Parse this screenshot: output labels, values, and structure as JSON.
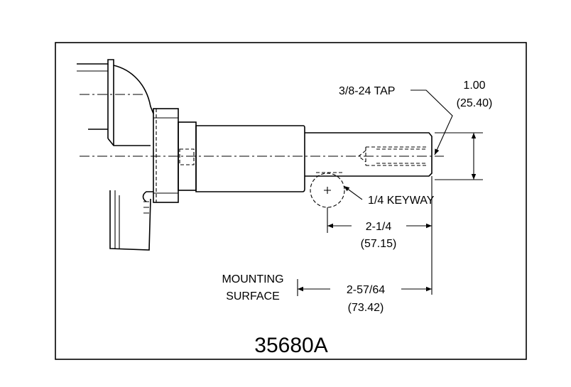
{
  "labels": {
    "tap": "3/8-24 TAP",
    "keyway": "1/4 KEYWAY",
    "mounting_line1": "MOUNTING",
    "mounting_line2": "SURFACE"
  },
  "dimensions": {
    "shaft_diameter_in": "1.00",
    "shaft_diameter_mm": "(25.40)",
    "shaft_length_in": "2-1/4",
    "shaft_length_mm": "(57.15)",
    "mount_length_in": "2-57/64",
    "mount_length_mm": "(73.42)"
  },
  "part_number": "35680A"
}
